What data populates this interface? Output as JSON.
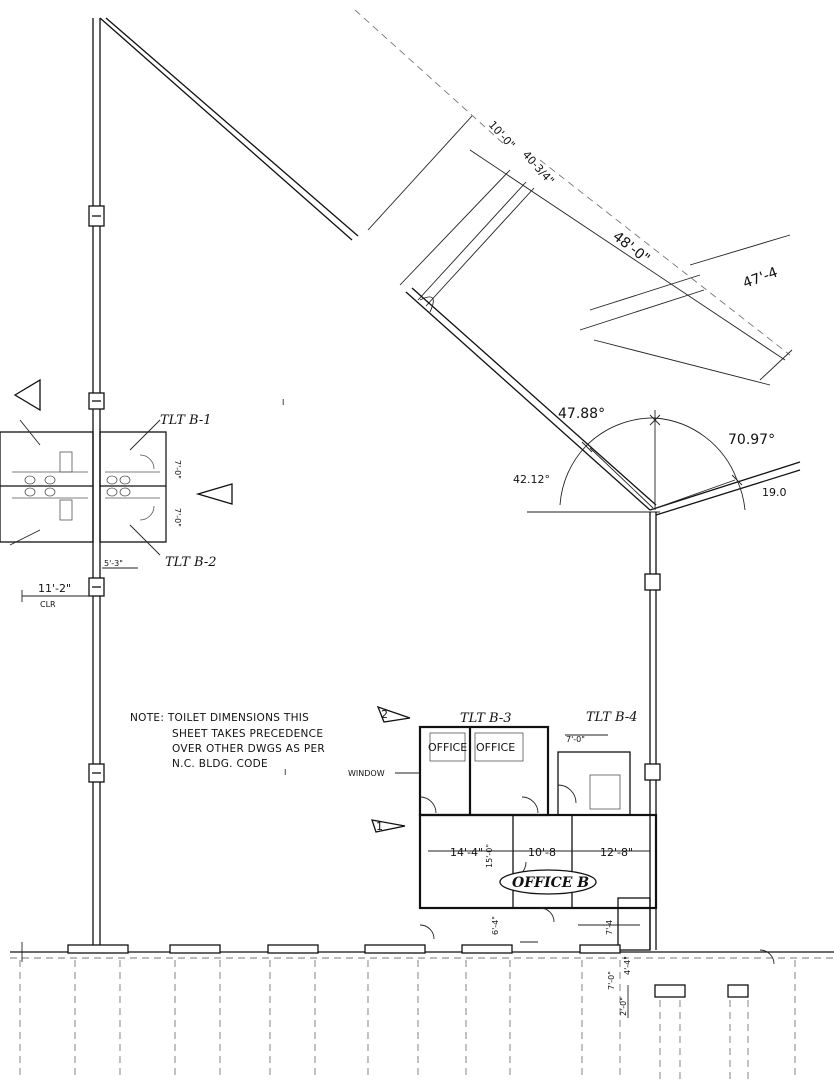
{
  "labels": {
    "tlt_b1": "TLT B-1",
    "tlt_b2": "TLT B-2",
    "tlt_b3": "TLT B-3",
    "tlt_b4": "TLT B-4",
    "office_b": "OFFICE B",
    "office_left": "OFFICE",
    "office_right": "OFFICE",
    "window": "WINDOW"
  },
  "note": {
    "line1": "NOTE: TOILET DIMENSIONS THIS",
    "line2": "SHEET TAKES PRECEDENCE",
    "line3": "OVER OTHER DWGS AS PER",
    "line4": "N.C. BLDG. CODE"
  },
  "dimensions": {
    "d10_0": "10'-0\"",
    "d40_3_4": "40-3/4\"",
    "d48_0": "48'-0\"",
    "d47_4": "47'-4",
    "a47_88": "47.88°",
    "a42_12": "42.12°",
    "a70_97": "70.97°",
    "a19": "19.0",
    "d7_0_top": "7'-0\"",
    "d7_0_mid": "7'-0\"",
    "d5_3": "5'-3\"",
    "d11_2": "11'-2\"",
    "clr": "CLR",
    "d14_4": "14'-4\"",
    "d10_8": "10'-8",
    "d12_8": "12'-8\"",
    "d15_0": "15'-0\"",
    "d7_0_b4": "7'-0\"",
    "d6_4": "6'-4\"",
    "d7_4": "7'-4",
    "d7_0_low": "7'-0\"",
    "d4_4": "4'-4\"",
    "d2_0": "2'-0\""
  },
  "section_marks": {
    "s1": "1",
    "s2": "2"
  }
}
